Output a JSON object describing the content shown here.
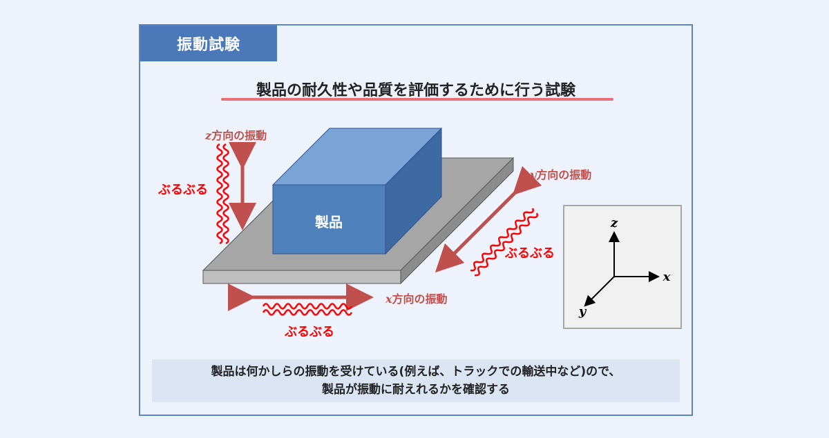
{
  "tag": "振動試験",
  "headline": "製品の耐久性や品質を評価するために行う試験",
  "product_label": "製品",
  "z_label": {
    "var": "z",
    "text": "方向の振動"
  },
  "y_label": {
    "var": "y",
    "text": "方向の振動"
  },
  "x_label": {
    "var": "x",
    "text": "方向の振動"
  },
  "buru_z": "ぶるぶる",
  "buru_y": "ぶるぶる",
  "buru_x": "ぶるぶる",
  "axes": {
    "z": "z",
    "x": "x",
    "y": "y"
  },
  "bottom": {
    "line1": "製品は何かしらの振動を受けている(例えば、トラックでの輸送中など)ので、",
    "line2": "製品が振動に耐えれるかを確認する"
  },
  "colors": {
    "frame": "#5b86c4",
    "tag_bg": "#4a78b8",
    "accent_red": "#c0504d",
    "wave_red": "#ff0000",
    "box_front": "#4f81bd",
    "box_top": "#7aa3d6",
    "box_side": "#3e6aa3",
    "plate_top": "#a6a6a6",
    "plate_edge": "#8c8c8c"
  }
}
